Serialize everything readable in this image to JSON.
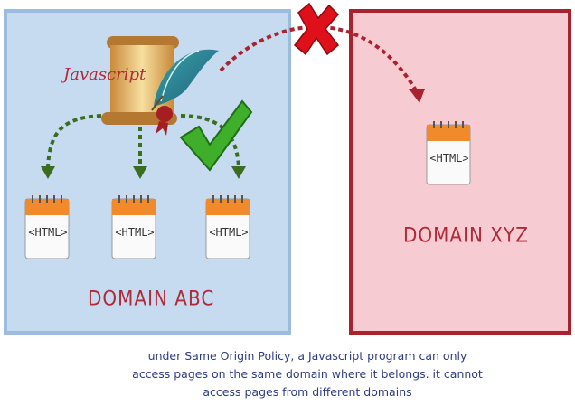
{
  "diagram": {
    "script_label": "Javascript",
    "domains": [
      {
        "id": "abc",
        "label": "DOMAIN ABC"
      },
      {
        "id": "xyz",
        "label": "DOMAIN XYZ"
      }
    ],
    "document_tag": "<HTML>",
    "caption_lines": [
      "under Same Origin Policy, a Javascript program can only",
      "access pages on the same domain where it belongs. it cannot",
      "access pages from different domains"
    ]
  },
  "colors": {
    "domain_abc_fill": "#c6daf0",
    "domain_xyz_fill": "#f6ccd2",
    "label_red": "#b02a38",
    "arrow_green": "#3a6e1e",
    "arrow_red": "#a8232e",
    "check_green": "#3fae2a",
    "cross_red": "#e0101a",
    "caption_blue": "#2c3c80"
  },
  "icons": [
    "scroll-icon",
    "quill-icon",
    "html-document-icon",
    "checkmark-icon",
    "cross-icon"
  ]
}
